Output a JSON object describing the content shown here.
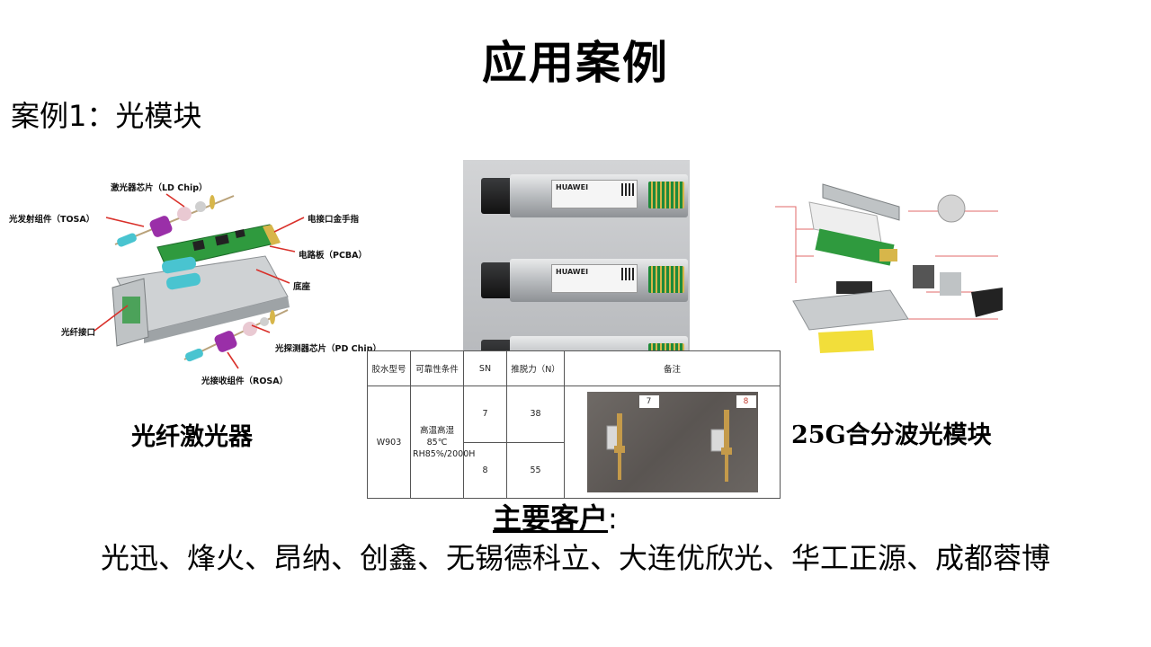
{
  "title": "应用案例",
  "case_heading": "案例1：光模块",
  "left_diagram": {
    "caption": "光纤激光器",
    "annotations": {
      "ld_chip": "激光器芯片（LD Chip）",
      "tosa": "光发射组件（TOSA）",
      "gold_finger": "电接口金手指",
      "pcba": "电路板（PCBA）",
      "base": "底座",
      "fiber_port": "光纤接口",
      "pd_chip": "光探测器芯片（PD Chip）",
      "rosa": "光接收组件（ROSA）"
    }
  },
  "center_photo": {
    "module_brand": "HUAWEI"
  },
  "table": {
    "headers": [
      "胶水型号",
      "可靠性条件",
      "SN",
      "推脱力（N）",
      "备注"
    ],
    "glue_model": "W903",
    "condition": "高温高湿85℃ RH85%/2000H",
    "rows": [
      {
        "sn": "7",
        "force": "38"
      },
      {
        "sn": "8",
        "force": "55"
      }
    ],
    "photo_tags": [
      "7",
      "8"
    ]
  },
  "right_diagram": {
    "caption_prefix": "25G",
    "caption_suffix": "合分波光模块"
  },
  "customers": {
    "title": "主要客户",
    "title_suffix": ":",
    "list": "光迅、烽火、昂纳、创鑫、无锡德科立、大连优欣光、华工正源、成都蓉博"
  },
  "colors": {
    "accent_red": "#d9302a",
    "pcb_green": "#2f9a3e",
    "tosa_purple": "#9a2fa8",
    "ferrule_cyan": "#49c4d0",
    "yellow_pad": "#f2de3a"
  }
}
